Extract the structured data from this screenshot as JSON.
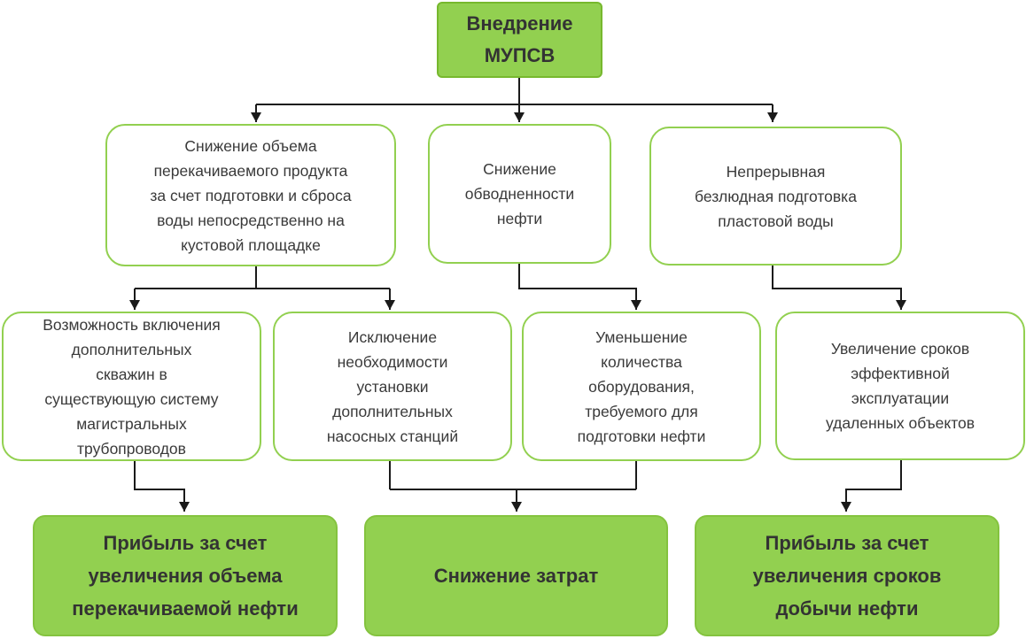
{
  "root": {
    "label": "Внедрение\nМУПСВ"
  },
  "level1": [
    {
      "label": "Снижение объема\nперекачиваемого продукта\nза счет подготовки и сброса\nводы непосредственно на\nкустовой площадке"
    },
    {
      "label": "Снижение\nобводненности\nнефти"
    },
    {
      "label": "Непрерывная\nбезлюдная подготовка\nпластовой воды"
    }
  ],
  "level2": [
    {
      "label": "Возможность включения\nдополнительных\nскважин в\nсуществующую систему\nмагистральных\nтрубопроводов"
    },
    {
      "label": "Исключение\nнеобходимости\nустановки\nдополнительных\nнасосных станций"
    },
    {
      "label": "Уменьшение\nколичества\nоборудования,\nтребуемого для\nподготовки нефти"
    },
    {
      "label": "Увеличение сроков\nэффективной\nэксплуатации\nудаленных объектов"
    }
  ],
  "results": [
    {
      "label": "Прибыль за счет\nувеличения объема\nперекачиваемой нефти"
    },
    {
      "label": "Снижение затрат"
    },
    {
      "label": "Прибыль за счет\nувеличения сроков\nдобычи нефти"
    }
  ],
  "colors": {
    "accent_fill": "#92d050",
    "accent_border": "#77b82e",
    "line": "#1a1a1a"
  }
}
